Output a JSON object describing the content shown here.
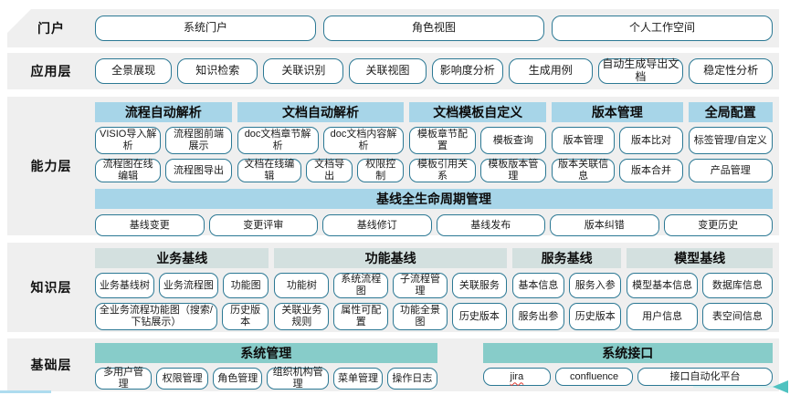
{
  "colors": {
    "layer_band": "#efefef",
    "capability_header": "#a7d5e8",
    "knowledge_header": "#d3e0df",
    "foundation_header": "#87ccc9",
    "button_border": "#2b7894",
    "arrow_accent": "#4fc2c0"
  },
  "portal": {
    "label": "门户",
    "buttons": [
      "系统门户",
      "角色视图",
      "个人工作空间"
    ]
  },
  "application": {
    "label": "应用层",
    "buttons": [
      "全景展现",
      "知识检索",
      "关联识别",
      "关联视图",
      "影响度分析",
      "生成用例",
      "自动生成导出文档",
      "稳定性分析"
    ]
  },
  "capability": {
    "label": "能力层",
    "groups": [
      {
        "title": "流程自动解析",
        "rows": [
          [
            "VISIO导入解析",
            "流程图前端展示"
          ],
          [
            "流程图在线编辑",
            "流程图导出"
          ]
        ]
      },
      {
        "title": "文档自动解析",
        "rows": [
          [
            "doc文档章节解析",
            "doc文档内容解析"
          ],
          [
            "文档在线编辑",
            "文档导出",
            "权限控制"
          ]
        ]
      },
      {
        "title": "文档模板自定义",
        "rows": [
          [
            "模板章节配置",
            "模板查询"
          ],
          [
            "模板引用关系",
            "模板版本管理"
          ]
        ]
      },
      {
        "title": "版本管理",
        "rows": [
          [
            "版本管理",
            "版本比对"
          ],
          [
            "版本关联信息",
            "版本合并"
          ]
        ]
      },
      {
        "title": "全局配置",
        "rows": [
          [
            "标签管理/自定义"
          ],
          [
            "产品管理"
          ]
        ]
      }
    ],
    "baseline": {
      "title": "基线全生命周期管理",
      "buttons": [
        "基线变更",
        "变更评审",
        "基线修订",
        "基线发布",
        "版本纠错",
        "变更历史"
      ]
    }
  },
  "knowledge": {
    "label": "知识层",
    "groups": [
      {
        "title": "业务基线",
        "rows": [
          [
            "业务基线树",
            "业务流程图",
            "功能图"
          ],
          [
            "全业务流程功能图（搜索/下钻展示）",
            "历史版本"
          ]
        ]
      },
      {
        "title": "功能基线",
        "rows": [
          [
            "功能树",
            "系统流程图",
            "子流程管理",
            "关联服务"
          ],
          [
            "关联业务规则",
            "属性可配置",
            "功能全景图",
            "历史版本"
          ]
        ]
      },
      {
        "title": "服务基线",
        "rows": [
          [
            "基本信息",
            "服务入参"
          ],
          [
            "服务出参",
            "历史版本"
          ]
        ]
      },
      {
        "title": "模型基线",
        "rows": [
          [
            "模型基本信息",
            "数据库信息"
          ],
          [
            "用户信息",
            "表空间信息"
          ]
        ]
      }
    ]
  },
  "foundation": {
    "label": "基础层",
    "groups": [
      {
        "title": "系统管理",
        "buttons": [
          "多用户管理",
          "权限管理",
          "角色管理",
          "组织机构管理",
          "菜单管理",
          "操作日志"
        ]
      },
      {
        "title": "系统接口",
        "buttons": [
          "jira",
          "confluence",
          "接口自动化平台"
        ]
      }
    ]
  }
}
